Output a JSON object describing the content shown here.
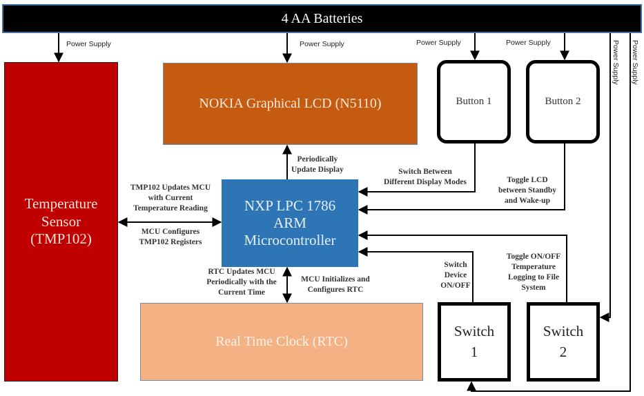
{
  "blocks": {
    "battery": "4 AA Batteries",
    "temperature_sensor": [
      "Temperature",
      "Sensor",
      "(TMP102)"
    ],
    "lcd": "NOKIA Graphical LCD (N5110)",
    "mcu": [
      "NXP LPC 1786",
      "ARM",
      "Microcontroller"
    ],
    "rtc": "Real Time Clock (RTC)",
    "button1": "Button 1",
    "button2": "Button 2",
    "switch1": [
      "Switch",
      "1"
    ],
    "switch2": [
      "Switch",
      "2"
    ]
  },
  "power_labels": {
    "temp": "Power Supply",
    "lcd": "Power Supply",
    "button1": "Power Supply",
    "button2": "Power Supply",
    "switch2": "Power Supply",
    "switch1": "Power Supply"
  },
  "connection_labels": {
    "mcu_to_lcd": [
      "Periodically",
      "Update Display"
    ],
    "tmp_to_mcu": [
      "TMP102 Updates MCU",
      "with Current",
      "Temperature Reading"
    ],
    "mcu_to_tmp": [
      "MCU Configures",
      "TMP102 Registers"
    ],
    "button1_to_mcu": [
      "Switch Between",
      "Different Display Modes"
    ],
    "button2_to_mcu": [
      "Toggle LCD",
      "between Standby",
      "and Wake-up"
    ],
    "rtc_to_mcu": [
      "RTC Updates MCU",
      "Periodically with the",
      "Current Time"
    ],
    "mcu_to_rtc": [
      "MCU Initializes and",
      "Configures RTC"
    ],
    "switch1_to_mcu": [
      "Switch",
      "Device",
      "ON/OFF"
    ],
    "switch2_to_mcu": [
      "Toggle ON/OFF",
      "Temperature",
      "Logging to File",
      "System"
    ]
  }
}
